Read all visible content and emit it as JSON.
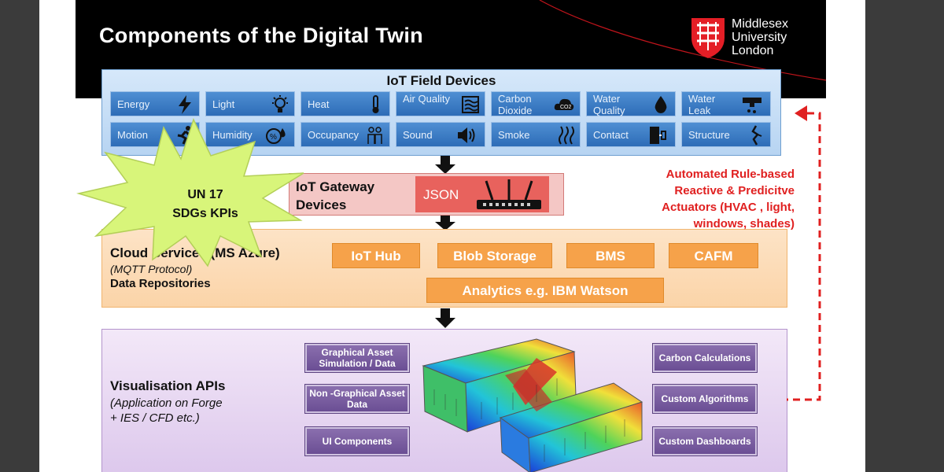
{
  "slide": {
    "title": "Components of the Digital Twin",
    "logo_line1": "Middlesex",
    "logo_line2": "University",
    "logo_line3": "London"
  },
  "iot": {
    "title": "IoT Field Devices",
    "row1": [
      {
        "label": "Energy",
        "icon": "lightning-icon"
      },
      {
        "label": "Light",
        "icon": "lightbulb-icon"
      },
      {
        "label": "Heat",
        "icon": "thermometer-icon"
      },
      {
        "label": "Air Quality",
        "icon": "air-quality-icon"
      },
      {
        "label": "Carbon Dioxide",
        "icon": "co2-cloud-icon"
      },
      {
        "label": "Water Quality",
        "icon": "water-drop-icon"
      },
      {
        "label": "Water Leak",
        "icon": "pipe-leak-icon"
      }
    ],
    "row2": [
      {
        "label": "Motion",
        "icon": "running-person-icon"
      },
      {
        "label": "Humidity",
        "icon": "humidity-icon"
      },
      {
        "label": "Occupancy",
        "icon": "people-icon"
      },
      {
        "label": "Sound",
        "icon": "speaker-icon"
      },
      {
        "label": "Smoke",
        "icon": "smoke-icon"
      },
      {
        "label": "Contact",
        "icon": "door-contact-icon"
      },
      {
        "label": "Structure",
        "icon": "crack-icon"
      }
    ]
  },
  "gateway": {
    "line1": "IoT Gateway",
    "line2": "Devices",
    "json": "JSON",
    "icon": "router-icon"
  },
  "burst": {
    "line1": "UN 17",
    "line2": "SDGs KPIs"
  },
  "cloud": {
    "line1": "Cloud Services (MS Azure)",
    "line2": "(MQTT Protocol)",
    "line3": "Data Repositories",
    "buttons": [
      "IoT Hub",
      "Blob Storage",
      "BMS",
      "CAFM"
    ],
    "analytics": "Analytics e.g. IBM Watson"
  },
  "actuators": {
    "line1": "Automated Rule-based",
    "line2": "Reactive & Predicitve",
    "line3": "Actuators (HVAC , light,",
    "line4": "windows, shades)"
  },
  "vis": {
    "line1": "Visualisation APIs",
    "line2": "(Application on Forge",
    "line3": "+ IES / CFD etc.)",
    "left_buttons": [
      "Graphical Asset Simulation / Data",
      "Non -Graphical Asset Data",
      "UI Components"
    ],
    "right_buttons": [
      "Carbon Calculations",
      "Custom Algorithms",
      "Custom Dashboards"
    ]
  },
  "colors": {
    "iot_tile": "#3d7cc4",
    "orange_button": "#f6a24a",
    "purple_button": "#7a5ea3",
    "actuator_text": "#e02020",
    "json_box": "#e8625d"
  }
}
